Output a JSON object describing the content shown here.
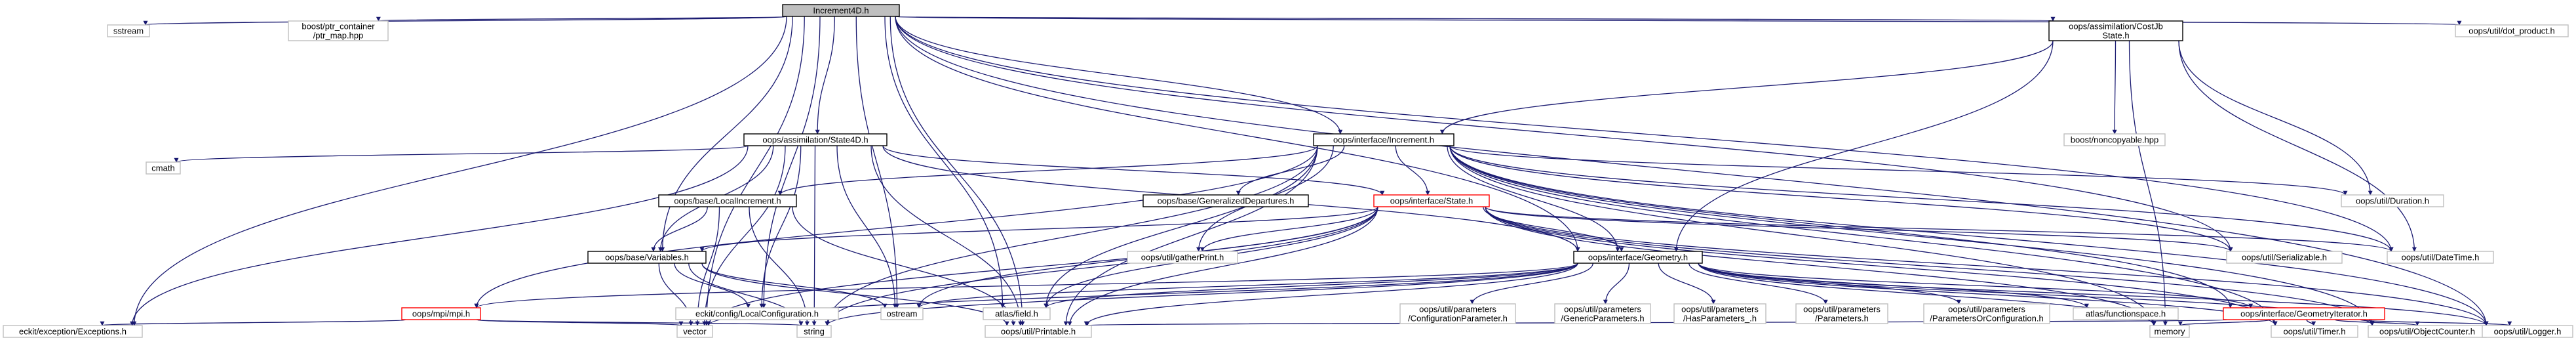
{
  "nodes": [
    {
      "id": "increment4d",
      "label": "Increment4D.h",
      "kind": "root"
    },
    {
      "id": "sstream",
      "label": "sstream",
      "kind": "nolink"
    },
    {
      "id": "ptr_map",
      "label": "boost/ptr_container\n/ptr_map.hpp",
      "kind": "nolink"
    },
    {
      "id": "coststate",
      "label": "oops/assimilation/CostJb\nState.h",
      "kind": "link"
    },
    {
      "id": "dot_product",
      "label": "oops/util/dot_product.h",
      "kind": "nolink"
    },
    {
      "id": "state4d",
      "label": "oops/assimilation/State4D.h",
      "kind": "link"
    },
    {
      "id": "cmath",
      "label": "cmath",
      "kind": "nolink"
    },
    {
      "id": "interface_increment",
      "label": "oops/interface/Increment.h",
      "kind": "link"
    },
    {
      "id": "noncopyable",
      "label": "boost/noncopyable.hpp",
      "kind": "nolink"
    },
    {
      "id": "local_increment",
      "label": "oops/base/LocalIncrement.h",
      "kind": "link"
    },
    {
      "id": "generalized_departures",
      "label": "oops/base/GeneralizedDepartures.h",
      "kind": "link"
    },
    {
      "id": "interface_state",
      "label": "oops/interface/State.h",
      "kind": "red"
    },
    {
      "id": "duration",
      "label": "oops/util/Duration.h",
      "kind": "nolink"
    },
    {
      "id": "variables",
      "label": "oops/base/Variables.h",
      "kind": "link"
    },
    {
      "id": "gather_print",
      "label": "oops/util/gatherPrint.h",
      "kind": "nolink"
    },
    {
      "id": "serializable",
      "label": "oops/util/Serializable.h",
      "kind": "nolink"
    },
    {
      "id": "datetime",
      "label": "oops/util/DateTime.h",
      "kind": "nolink"
    },
    {
      "id": "geometry",
      "label": "oops/interface/Geometry.h",
      "kind": "link"
    },
    {
      "id": "local_configuration",
      "label": "eckit/config/LocalConfiguration.h",
      "kind": "nolink"
    },
    {
      "id": "mpi",
      "label": "oops/mpi/mpi.h",
      "kind": "red"
    },
    {
      "id": "ostream",
      "label": "ostream",
      "kind": "nolink"
    },
    {
      "id": "atlas_field",
      "label": "atlas/field.h",
      "kind": "nolink"
    },
    {
      "id": "config_parameter",
      "label": "oops/util/parameters\n/ConfigurationParameter.h",
      "kind": "nolink"
    },
    {
      "id": "generic_parameters",
      "label": "oops/util/parameters\n/GenericParameters.h",
      "kind": "nolink"
    },
    {
      "id": "has_parameters",
      "label": "oops/util/parameters\n/HasParameters_.h",
      "kind": "nolink"
    },
    {
      "id": "parameters",
      "label": "oops/util/parameters\n/Parameters.h",
      "kind": "nolink"
    },
    {
      "id": "parameters_or_config",
      "label": "oops/util/parameters\n/ParametersOrConfiguration.h",
      "kind": "nolink"
    },
    {
      "id": "functionspace",
      "label": "atlas/functionspace.h",
      "kind": "nolink"
    },
    {
      "id": "geometry_iterator",
      "label": "oops/interface/GeometryIterator.h",
      "kind": "red"
    },
    {
      "id": "exceptions",
      "label": "eckit/exception/Exceptions.h",
      "kind": "nolink"
    },
    {
      "id": "vector",
      "label": "vector",
      "kind": "nolink"
    },
    {
      "id": "string",
      "label": "string",
      "kind": "nolink"
    },
    {
      "id": "printable",
      "label": "oops/util/Printable.h",
      "kind": "nolink"
    },
    {
      "id": "memory",
      "label": "memory",
      "kind": "nolink"
    },
    {
      "id": "timer",
      "label": "oops/util/Timer.h",
      "kind": "nolink"
    },
    {
      "id": "object_counter",
      "label": "oops/util/ObjectCounter.h",
      "kind": "nolink"
    },
    {
      "id": "logger",
      "label": "oops/util/Logger.h",
      "kind": "nolink"
    }
  ],
  "edges": [
    [
      "increment4d",
      "sstream"
    ],
    [
      "increment4d",
      "ptr_map"
    ],
    [
      "increment4d",
      "coststate"
    ],
    [
      "increment4d",
      "dot_product"
    ],
    [
      "increment4d",
      "state4d"
    ],
    [
      "increment4d",
      "interface_increment"
    ],
    [
      "increment4d",
      "exceptions"
    ],
    [
      "increment4d",
      "vector"
    ],
    [
      "increment4d",
      "local_configuration"
    ],
    [
      "increment4d",
      "variables"
    ],
    [
      "increment4d",
      "atlas_field"
    ],
    [
      "increment4d",
      "ostream"
    ],
    [
      "increment4d",
      "printable"
    ],
    [
      "increment4d",
      "serializable"
    ],
    [
      "increment4d",
      "datetime"
    ],
    [
      "increment4d",
      "geometry"
    ],
    [
      "increment4d",
      "logger"
    ],
    [
      "coststate",
      "interface_increment"
    ],
    [
      "coststate",
      "noncopyable"
    ],
    [
      "coststate",
      "duration"
    ],
    [
      "coststate",
      "datetime"
    ],
    [
      "coststate",
      "memory"
    ],
    [
      "coststate",
      "geometry"
    ],
    [
      "state4d",
      "cmath"
    ],
    [
      "state4d",
      "interface_state"
    ],
    [
      "state4d",
      "variables"
    ],
    [
      "state4d",
      "geometry"
    ],
    [
      "state4d",
      "ostream"
    ],
    [
      "state4d",
      "exceptions"
    ],
    [
      "state4d",
      "local_configuration"
    ],
    [
      "state4d",
      "vector"
    ],
    [
      "state4d",
      "string"
    ],
    [
      "state4d",
      "printable"
    ],
    [
      "interface_increment",
      "local_increment"
    ],
    [
      "interface_increment",
      "generalized_departures"
    ],
    [
      "interface_increment",
      "interface_state"
    ],
    [
      "interface_increment",
      "duration"
    ],
    [
      "interface_increment",
      "gather_print"
    ],
    [
      "interface_increment",
      "serializable"
    ],
    [
      "interface_increment",
      "datetime"
    ],
    [
      "interface_increment",
      "geometry"
    ],
    [
      "interface_increment",
      "mpi"
    ],
    [
      "interface_increment",
      "atlas_field"
    ],
    [
      "interface_increment",
      "geometry_iterator"
    ],
    [
      "interface_increment",
      "object_counter"
    ],
    [
      "interface_increment",
      "timer"
    ],
    [
      "interface_increment",
      "logger"
    ],
    [
      "interface_increment",
      "printable"
    ],
    [
      "interface_increment",
      "string"
    ],
    [
      "interface_increment",
      "memory"
    ],
    [
      "local_increment",
      "variables"
    ],
    [
      "local_increment",
      "vector"
    ],
    [
      "local_increment",
      "string"
    ],
    [
      "local_increment",
      "printable"
    ],
    [
      "interface_state",
      "variables"
    ],
    [
      "interface_state",
      "geometry"
    ],
    [
      "interface_state",
      "gather_print"
    ],
    [
      "interface_state",
      "serializable"
    ],
    [
      "interface_state",
      "datetime"
    ],
    [
      "interface_state",
      "atlas_field"
    ],
    [
      "interface_state",
      "ostream"
    ],
    [
      "interface_state",
      "vector"
    ],
    [
      "interface_state",
      "string"
    ],
    [
      "interface_state",
      "printable"
    ],
    [
      "interface_state",
      "memory"
    ],
    [
      "interface_state",
      "timer"
    ],
    [
      "interface_state",
      "object_counter"
    ],
    [
      "interface_state",
      "logger"
    ],
    [
      "variables",
      "local_configuration"
    ],
    [
      "variables",
      "ostream"
    ],
    [
      "variables",
      "vector"
    ],
    [
      "variables",
      "string"
    ],
    [
      "variables",
      "printable"
    ],
    [
      "geometry",
      "mpi"
    ],
    [
      "geometry",
      "ostream"
    ],
    [
      "geometry",
      "atlas_field"
    ],
    [
      "geometry",
      "config_parameter"
    ],
    [
      "geometry",
      "generic_parameters"
    ],
    [
      "geometry",
      "has_parameters"
    ],
    [
      "geometry",
      "parameters"
    ],
    [
      "geometry",
      "parameters_or_config"
    ],
    [
      "geometry",
      "functionspace"
    ],
    [
      "geometry",
      "geometry_iterator"
    ],
    [
      "geometry",
      "vector"
    ],
    [
      "geometry",
      "string"
    ],
    [
      "geometry",
      "printable"
    ],
    [
      "geometry",
      "memory"
    ],
    [
      "geometry",
      "timer"
    ],
    [
      "geometry",
      "object_counter"
    ],
    [
      "geometry",
      "logger"
    ],
    [
      "mpi",
      "exceptions"
    ],
    [
      "mpi",
      "vector"
    ],
    [
      "mpi",
      "string"
    ],
    [
      "geometry_iterator",
      "printable"
    ],
    [
      "geometry_iterator",
      "memory"
    ],
    [
      "geometry_iterator",
      "timer"
    ],
    [
      "geometry_iterator",
      "object_counter"
    ],
    [
      "geometry_iterator",
      "logger"
    ]
  ]
}
